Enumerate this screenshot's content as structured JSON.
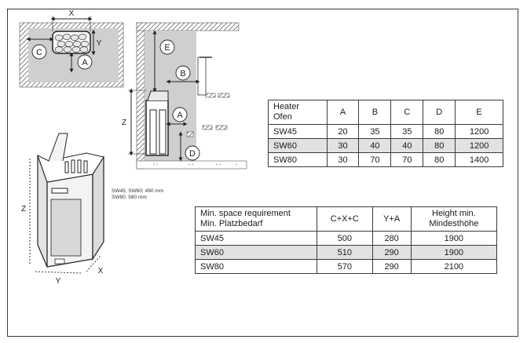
{
  "diagram_labels": {
    "x_top": "X",
    "y_top": "Y",
    "c_top": "C",
    "a_top": "A",
    "e_side": "E",
    "b_side": "B",
    "a_side": "A",
    "d_side": "D",
    "z_side": "Z",
    "z_iso": "Z",
    "y_iso": "Y",
    "x_iso": "X"
  },
  "note": {
    "line1": "SW45, SW60: 490 mm",
    "line2": "SW80: 580 mm"
  },
  "heater_table": {
    "header": {
      "model_en": "Heater",
      "model_de": "Ofen",
      "cols": [
        "A",
        "B",
        "C",
        "D",
        "E"
      ]
    },
    "rows": [
      {
        "model": "SW45",
        "values": [
          "20",
          "35",
          "35",
          "80",
          "1200"
        ]
      },
      {
        "model": "SW60",
        "values": [
          "30",
          "40",
          "40",
          "80",
          "1200"
        ]
      },
      {
        "model": "SW80",
        "values": [
          "30",
          "70",
          "70",
          "80",
          "1400"
        ]
      }
    ]
  },
  "space_table": {
    "header": {
      "col1_en": "Min. space requirement",
      "col1_de": "Min. Platzbedarf",
      "col2": "C+X+C",
      "col3": "Y+A",
      "col4_en": "Height min.",
      "col4_de": "Mindesthöhe"
    },
    "rows": [
      {
        "model": "SW45",
        "values": [
          "500",
          "280",
          "1900"
        ]
      },
      {
        "model": "SW60",
        "values": [
          "510",
          "290",
          "1900"
        ]
      },
      {
        "model": "SW80",
        "values": [
          "570",
          "290",
          "2100"
        ]
      }
    ]
  }
}
